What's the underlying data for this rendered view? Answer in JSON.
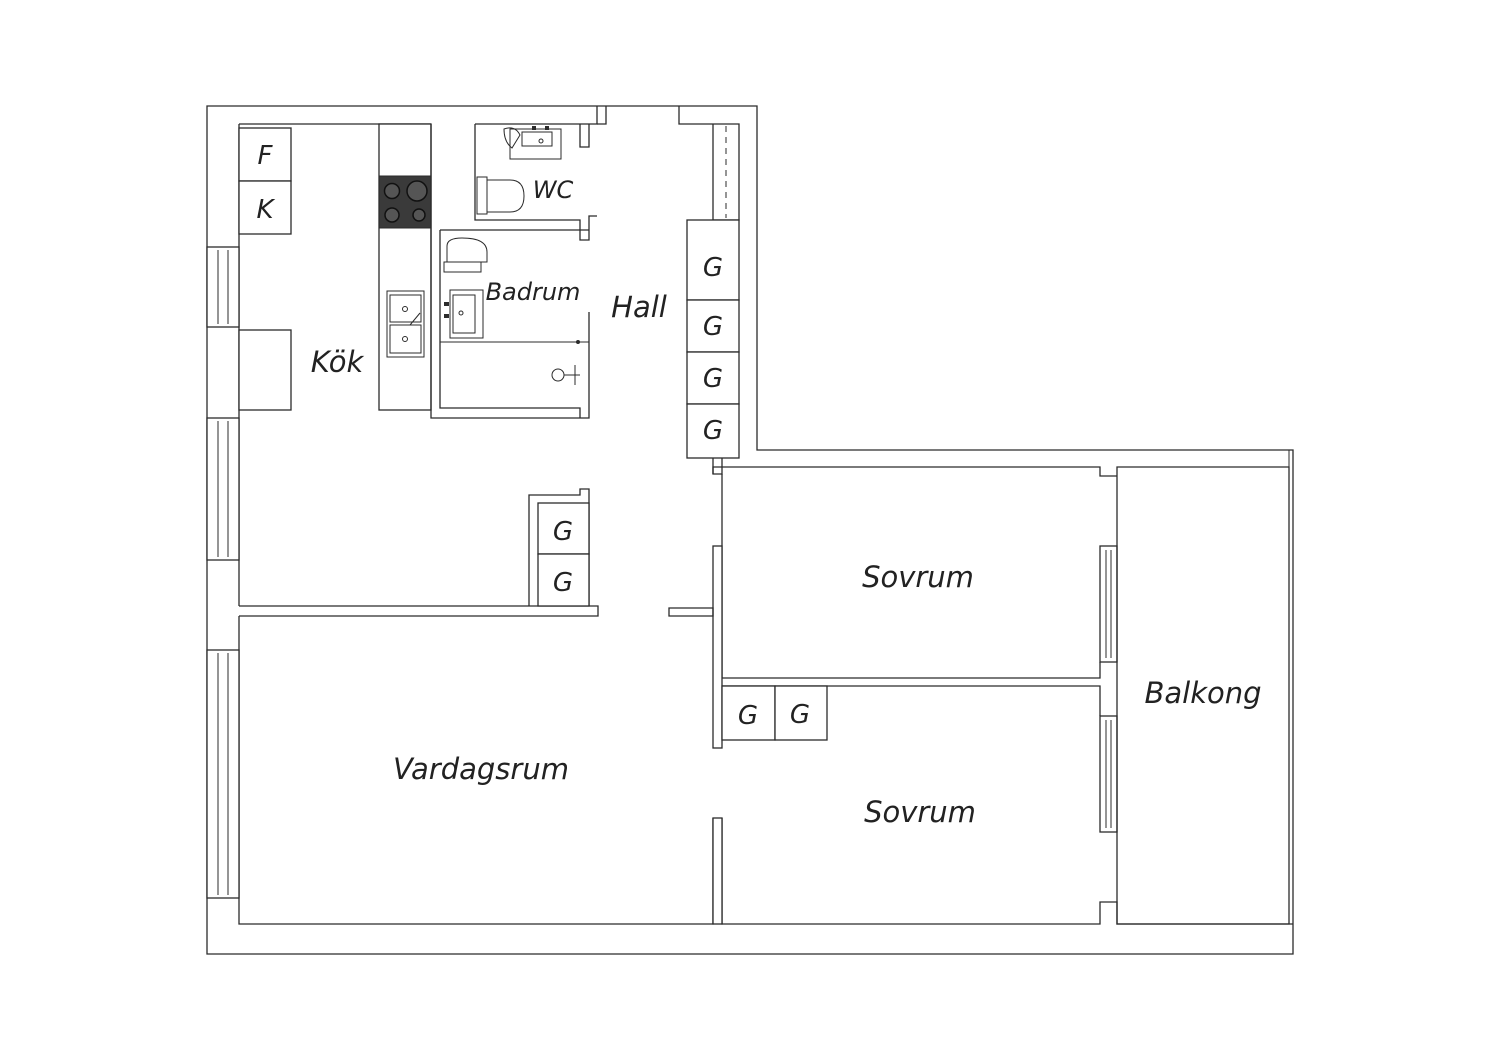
{
  "rooms": {
    "kitchen": "Kök",
    "wc": "WC",
    "bathroom": "Badrum",
    "hall": "Hall",
    "bedroom_1": "Sovrum",
    "bedroom_2": "Sovrum",
    "living_room": "Vardagsrum",
    "balcony": "Balkong"
  },
  "fixtures": {
    "freezer": "F",
    "fridge": "K",
    "wardrobe": "G"
  },
  "colors": {
    "wall": "#2b2b2b",
    "stove": "#3a3a3a",
    "background": "#ffffff"
  },
  "icons": [
    "stove-icon",
    "sink-icon",
    "toilet-icon",
    "washbasin-icon",
    "shower-icon",
    "window-icon"
  ]
}
